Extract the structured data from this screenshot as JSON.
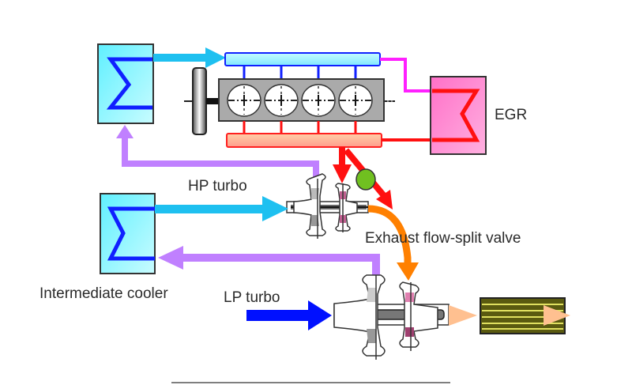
{
  "diagram": {
    "title": "Two-stage turbocharged engine with EGR",
    "labels": {
      "egr": "EGR",
      "hp_turbo": "HP turbo",
      "lp_turbo": "LP turbo",
      "intermediate_cooler": "Intermediate  cooler",
      "exhaust_valve": "Exhaust flow-split  valve"
    },
    "engine": {
      "cylinders": 4
    },
    "colors": {
      "intake_air": "#1ec0f0",
      "intake_manifold": "#9ef4ff",
      "compressed_air_return": "#c080ff",
      "exhaust": "#ff1010",
      "exhaust_manifold": "#ffb090",
      "egr_line": "#ff20ff",
      "egr_cooler": "#ff90d0",
      "turbine_exhaust": "#ff8000",
      "after_exhaust": "#ffc090",
      "lp_intake": "#0010ff",
      "valve": "#70c020",
      "cooler": "#80f0ff",
      "aftertreatment": "#6a6a10"
    }
  }
}
